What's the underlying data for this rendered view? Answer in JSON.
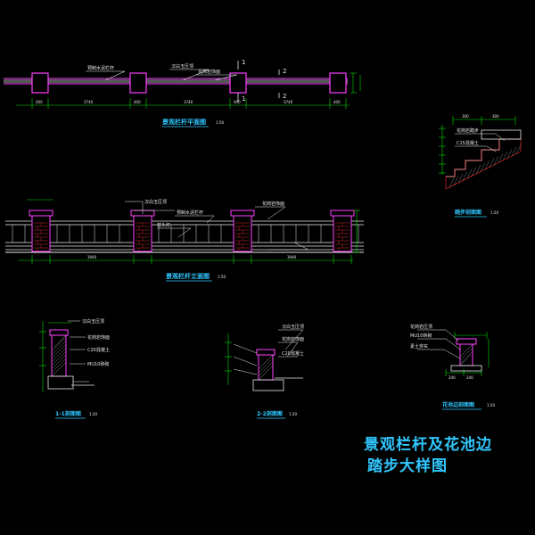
{
  "drawing_title": {
    "line1": "景观栏杆及花池边",
    "line2": "踏步大样图"
  },
  "colors": {
    "background": "#000000",
    "line_white": "#e8e8e8",
    "dimension_green": "#00e000",
    "outline_magenta": "#ff40ff",
    "cut_red": "#ff3030",
    "label_cyan": "#30c8ff",
    "hatch_gray": "#9a9a9a"
  },
  "views": {
    "plan": {
      "caption": "景观栏杆平面图",
      "scale": "1:50",
      "dims": [
        "400",
        "3740",
        "400",
        "3740",
        "400",
        "3740",
        "400"
      ],
      "section_marks": [
        "1",
        "2"
      ],
      "notes": [
        "预制水泥栏杆",
        "汉白玉压顶",
        "花岗岩饰面"
      ]
    },
    "elevation": {
      "caption": "景观栏杆立面图",
      "scale": "1:50",
      "dims": [
        "3940",
        "3940"
      ],
      "notes": [
        "汉白玉压顶",
        "预制水泥栏杆",
        "花岗岩饰面",
        "柱头灯"
      ]
    },
    "section_1": {
      "caption": "1-1剖面图",
      "scale": "1:20",
      "notes": [
        "汉白玉压顶",
        "花岗岩饰面",
        "C20混凝土",
        "MU10砖砌"
      ]
    },
    "section_2": {
      "caption": "2-2剖面图",
      "scale": "1:20",
      "notes": [
        "汉白玉压顶",
        "花岗岩饰面",
        "C20混凝土"
      ]
    },
    "step_section": {
      "caption": "踏步剖面图",
      "scale": "1:20",
      "dims": [
        "300",
        "300"
      ],
      "notes": [
        "花岗岩踏步",
        "C15混凝土"
      ]
    },
    "planter_section": {
      "caption": "花池边剖面图",
      "scale": "1:20",
      "dims": [
        "240",
        "240"
      ],
      "notes": [
        "花岗岩压顶",
        "MU10砖砌",
        "素土夯实"
      ]
    }
  }
}
